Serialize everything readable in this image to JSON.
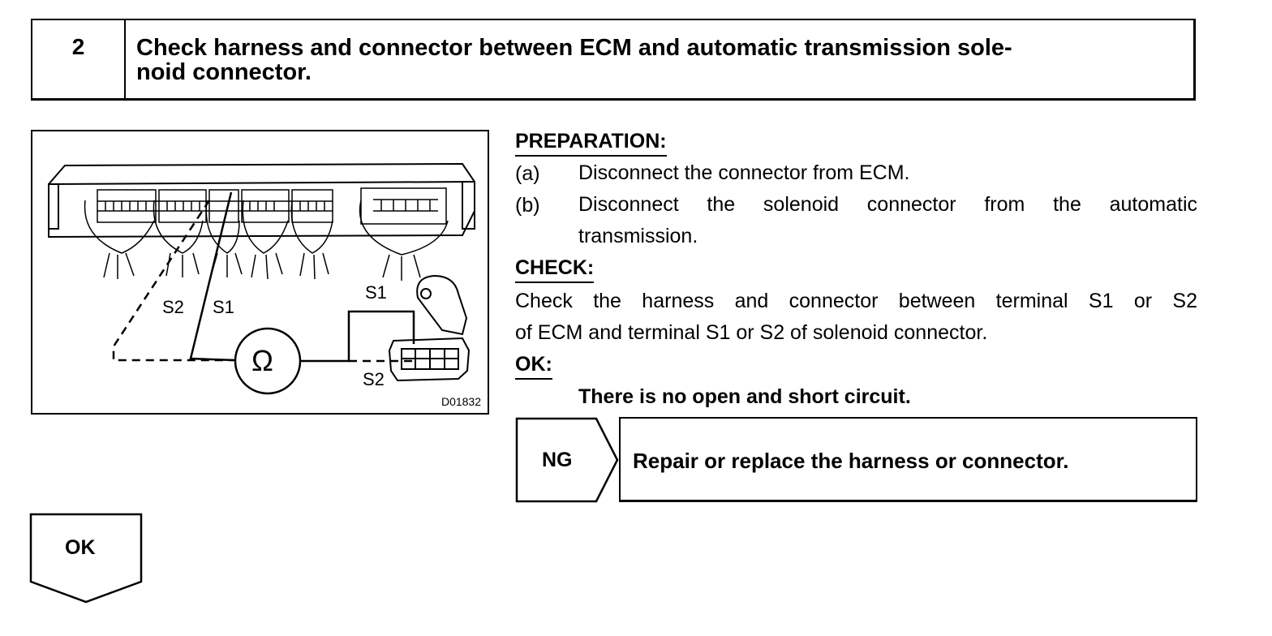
{
  "step": {
    "number": "2",
    "title_line1": "Check harness and connector between ECM and automatic transmission sole-",
    "title_line2": "noid connector."
  },
  "figure": {
    "labels": {
      "s2_left": "S2",
      "s1_left": "S1",
      "s1_right": "S1",
      "s2_bottom": "S2",
      "ohm": "Ω"
    },
    "code": "D01832"
  },
  "preparation": {
    "heading": "PREPARATION:",
    "items": [
      {
        "marker": "(a)",
        "text": "Disconnect the connector from ECM."
      },
      {
        "marker": "(b)",
        "text_line1": "Disconnect the solenoid connector from the automatic",
        "text_line2": "transmission."
      }
    ]
  },
  "check": {
    "heading": "CHECK:",
    "line1": "Check the harness and connector between terminal S1 or S2",
    "line2": "of ECM and terminal S1 or S2 of solenoid connector."
  },
  "ok_spec": {
    "heading": "OK:",
    "text": "There is no open and short circuit."
  },
  "ng": {
    "label": "NG",
    "text": "Repair or replace the harness or connector."
  },
  "ok_next": {
    "label": "OK"
  }
}
